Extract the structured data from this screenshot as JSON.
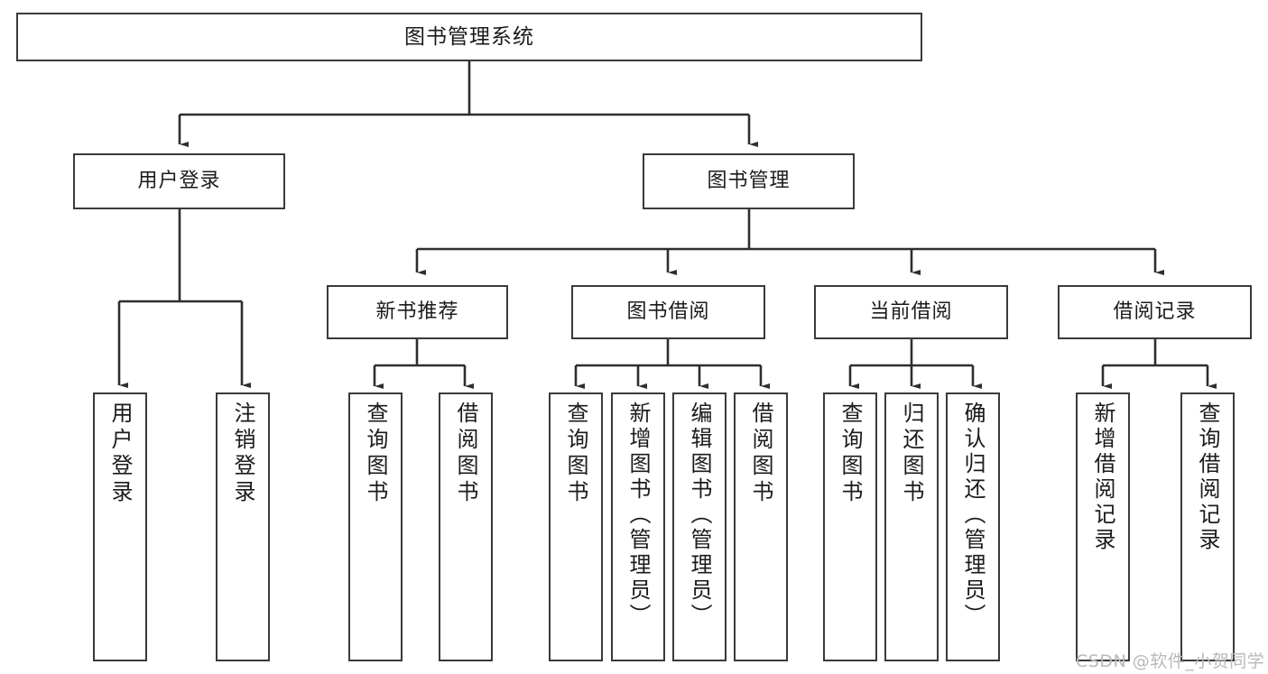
{
  "diagram": {
    "title": "图书管理系统",
    "type": "tree",
    "watermark": "CSDN @软件_小贺同学",
    "colors": {
      "box_border": "#3a3a3a",
      "box_fill": "#ffffff",
      "connector": "#2e2e2e",
      "text": "#1b1b1b",
      "watermark": "#b9b9b9"
    },
    "root": {
      "label": "图书管理系统"
    },
    "level2": [
      {
        "label": "用户登录"
      },
      {
        "label": "图书管理"
      }
    ],
    "level3": [
      {
        "label": "新书推荐"
      },
      {
        "label": "图书借阅"
      },
      {
        "label": "当前借阅"
      },
      {
        "label": "借阅记录"
      }
    ],
    "leaves": {
      "user_login": [
        {
          "label": "用户登录"
        },
        {
          "label": "注销登录"
        }
      ],
      "new_book_recommend": [
        {
          "label": "查询图书"
        },
        {
          "label": "借阅图书"
        }
      ],
      "book_borrow": [
        {
          "label": "查询图书"
        },
        {
          "label": "新增图书（管理员）"
        },
        {
          "label": "编辑图书（管理员）"
        },
        {
          "label": "借阅图书"
        }
      ],
      "current_borrow": [
        {
          "label": "查询图书"
        },
        {
          "label": "归还图书"
        },
        {
          "label": "确认归还（管理员）"
        }
      ],
      "borrow_record": [
        {
          "label": "新增借阅记录"
        },
        {
          "label": "查询借阅记录"
        }
      ]
    }
  }
}
